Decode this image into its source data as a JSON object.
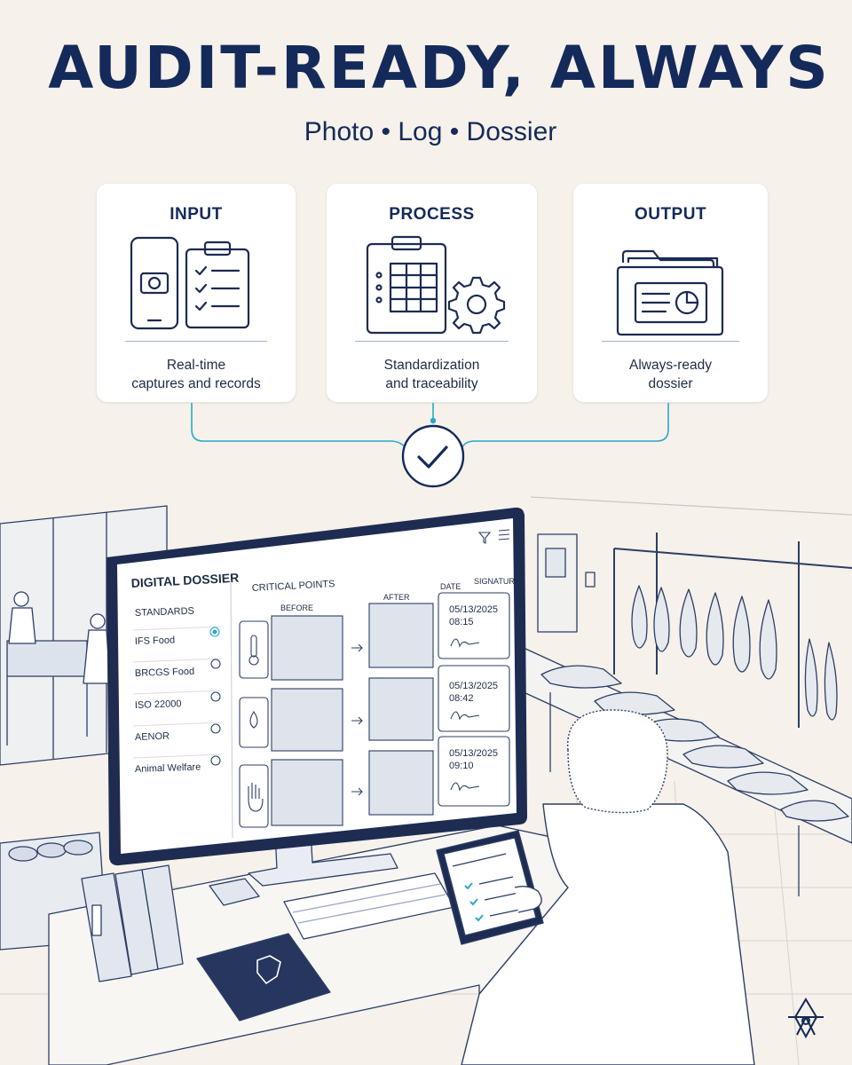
{
  "header": {
    "title": "AUDIT-READY, ALWAYS",
    "subtitle": "Photo • Log • Dossier"
  },
  "cards": [
    {
      "heading": "INPUT",
      "caption": [
        "Real-time",
        "captures and records"
      ],
      "icon": "phone-camera-checklist-icon"
    },
    {
      "heading": "PROCESS",
      "caption": [
        "Standardization",
        "and traceability"
      ],
      "icon": "table-gear-icon"
    },
    {
      "heading": "OUTPUT",
      "caption": [
        "Always-ready",
        "dossier"
      ],
      "icon": "folder-report-icon"
    }
  ],
  "connector": {
    "icon": "checkmark-icon",
    "accent": "#2aa9c7"
  },
  "dossier": {
    "title": "DIGITAL DOSSIER",
    "standards_label": "STANDARDS",
    "standards": [
      {
        "label": "IFS Food",
        "selected": true
      },
      {
        "label": "BRCGS Food",
        "selected": false
      },
      {
        "label": "ISO 22000",
        "selected": false
      },
      {
        "label": "AENOR",
        "selected": false
      },
      {
        "label": "Animal Welfare",
        "selected": false
      }
    ],
    "critical_points_label": "CRITICAL POINTS",
    "before_label": "BEFORE",
    "after_label": "AFTER",
    "date_label": "DATE",
    "signature_label": "SIGNATURE",
    "rows": [
      {
        "icon": "thermometer-icon",
        "date": "05/13/2025",
        "time": "08:15"
      },
      {
        "icon": "droplet-icon",
        "date": "05/13/2025",
        "time": "08:42"
      },
      {
        "icon": "hand-icon",
        "date": "05/13/2025",
        "time": "09:10"
      }
    ]
  },
  "colors": {
    "navy": "#142a5a",
    "accent": "#2aa9c7",
    "background": "#f6f1ea",
    "line": "#1b2b52"
  }
}
